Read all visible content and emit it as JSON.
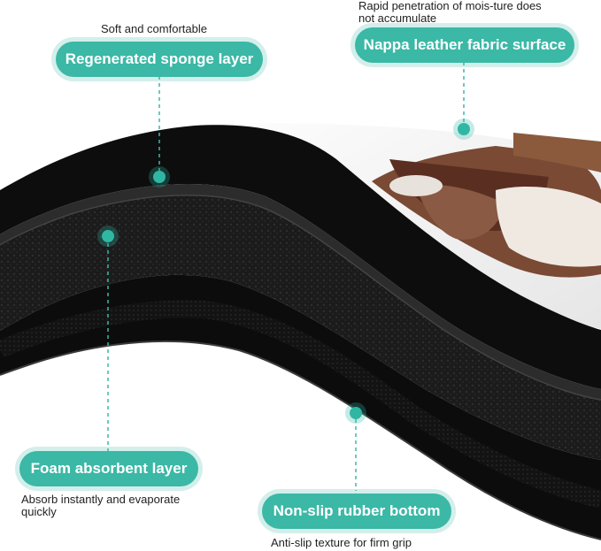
{
  "callouts": {
    "sponge": {
      "title": "Regenerated sponge layer",
      "note": "Soft and comfortable"
    },
    "leather": {
      "title": "Nappa leather fabric surface",
      "note_line1": "Rapid penetration of mois-ture does",
      "note_line2": "not accumulate"
    },
    "foam": {
      "title": "Foam absorbent layer",
      "note_line1": "Absorb instantly and evaporate",
      "note_line2": "quickly"
    },
    "rubber": {
      "title": "Non-slip rubber bottom",
      "note": "Anti-slip texture for firm grip"
    }
  },
  "colors": {
    "accent": "#3bb8a6",
    "layer_dark": "#0e0e0e",
    "surface": "#f3f3f3"
  }
}
